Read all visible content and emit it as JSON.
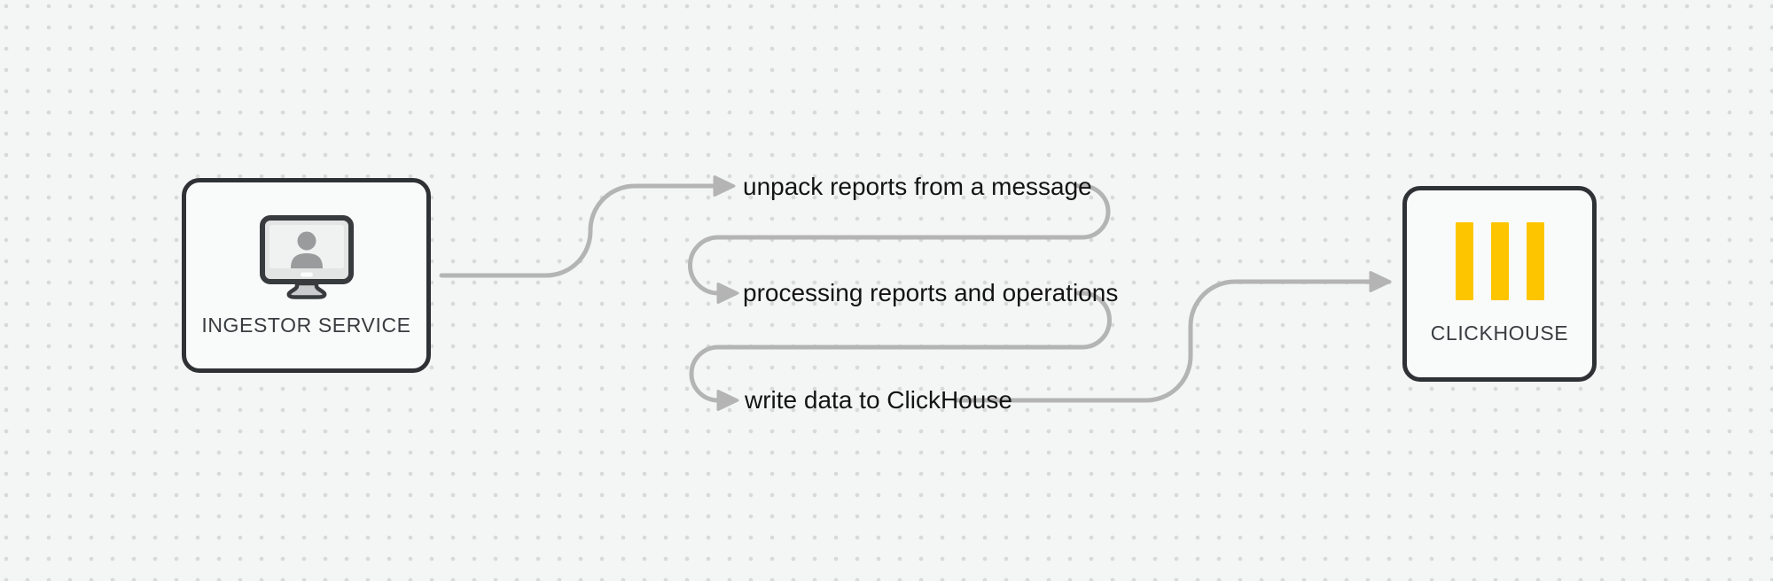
{
  "diagram": {
    "nodes": [
      {
        "id": "ingestor-service",
        "label": "INGESTOR SERVICE",
        "icon": "monitor-user-icon"
      },
      {
        "id": "clickhouse",
        "label": "CLICKHOUSE",
        "icon": "clickhouse-logo-icon"
      }
    ],
    "steps": [
      "unpack reports from a message",
      "processing reports and operations",
      "write data to ClickHouse"
    ],
    "connectors": [
      {
        "from": "ingestor-service",
        "to": "unpack reports from a message"
      },
      {
        "from": "unpack reports from a message",
        "to": "processing reports and operations"
      },
      {
        "from": "processing reports and operations",
        "to": "write data to ClickHouse"
      },
      {
        "from": "write data to ClickHouse",
        "to": "clickhouse"
      }
    ]
  },
  "colors": {
    "background": "#F4F5F5",
    "dot_grid": "#D8D9D9",
    "connector_gray": "#B4B4B4",
    "node_border": "#2F3235",
    "node_fill": "#F9FAFA",
    "clickhouse_yellow": "#FDC500",
    "text_dark": "#141414",
    "label_gray": "#393D40",
    "silhouette_gray": "#999B9C"
  }
}
